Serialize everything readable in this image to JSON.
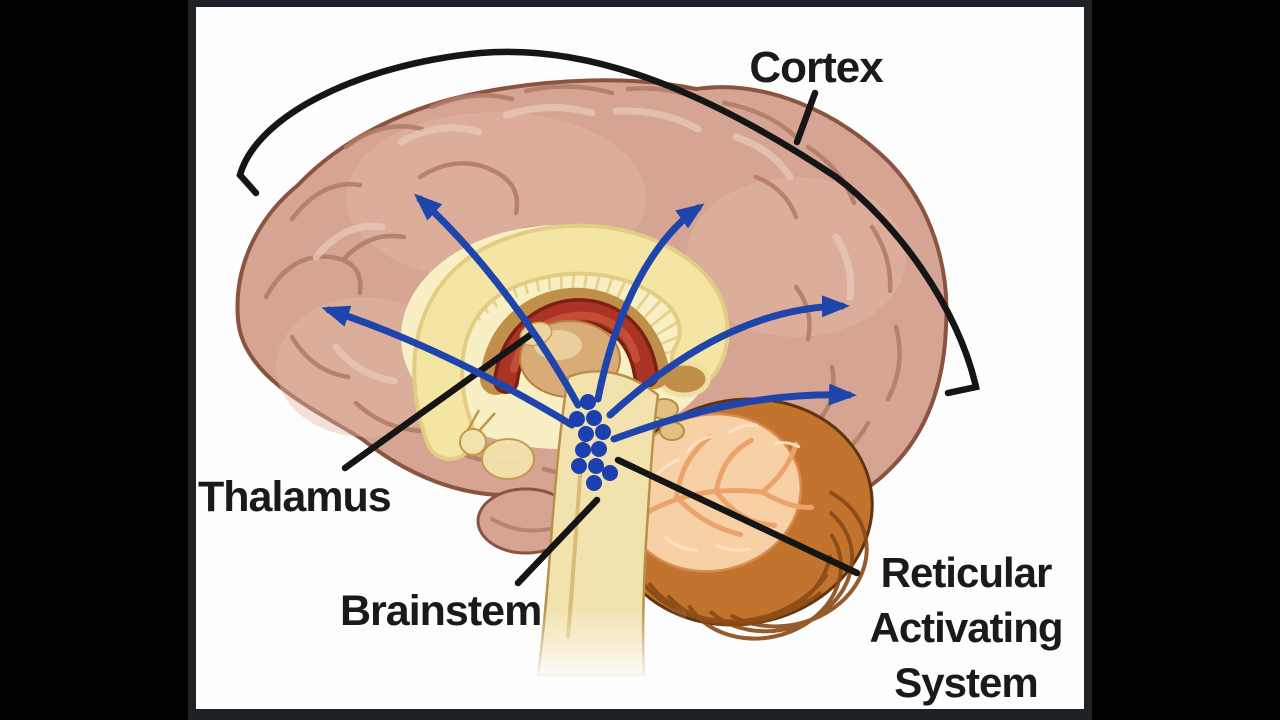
{
  "labels": {
    "cortex": "Cortex",
    "thalamus": "Thalamus",
    "brainstem": "Brainstem",
    "ras": [
      "Reticular",
      "Activating",
      "System"
    ]
  },
  "colors": {
    "page_bg": "#000000",
    "panel_bg": "#1e2226",
    "canvas_bg": "#fdfdfd",
    "label_text": "#1a1a1a",
    "annotation_line": "#151515",
    "arrow_blue": "#1f45ad",
    "dot_blue": "#1d40b0",
    "cortex_fill": "#d5a492",
    "cortex_shadow": "#b17b65",
    "cortex_highlight": "#e9cbba",
    "cortex_outline": "#8b5440",
    "halo_cream": "#f9efc4",
    "callosum_ray": "#e3cc82",
    "callosum_cream": "#f5e5a4",
    "callosum_gold": "#c0904a",
    "red_arch": "#aa3424",
    "red_arch_dark": "#7c2012",
    "red_arch_light": "#c6503a",
    "thalamus_tan": "#d8ab77",
    "thalamus_light": "#ecd3a0",
    "brainstem_cream": "#f2e2ad",
    "brainstem_edge": "#b9924a",
    "cerebellum_brown": "#c2742f",
    "cerebellum_stripe": "#8a4a15",
    "cerebellum_peach": "#f8d0a6",
    "cerebellum_branch": "#eca36a"
  }
}
